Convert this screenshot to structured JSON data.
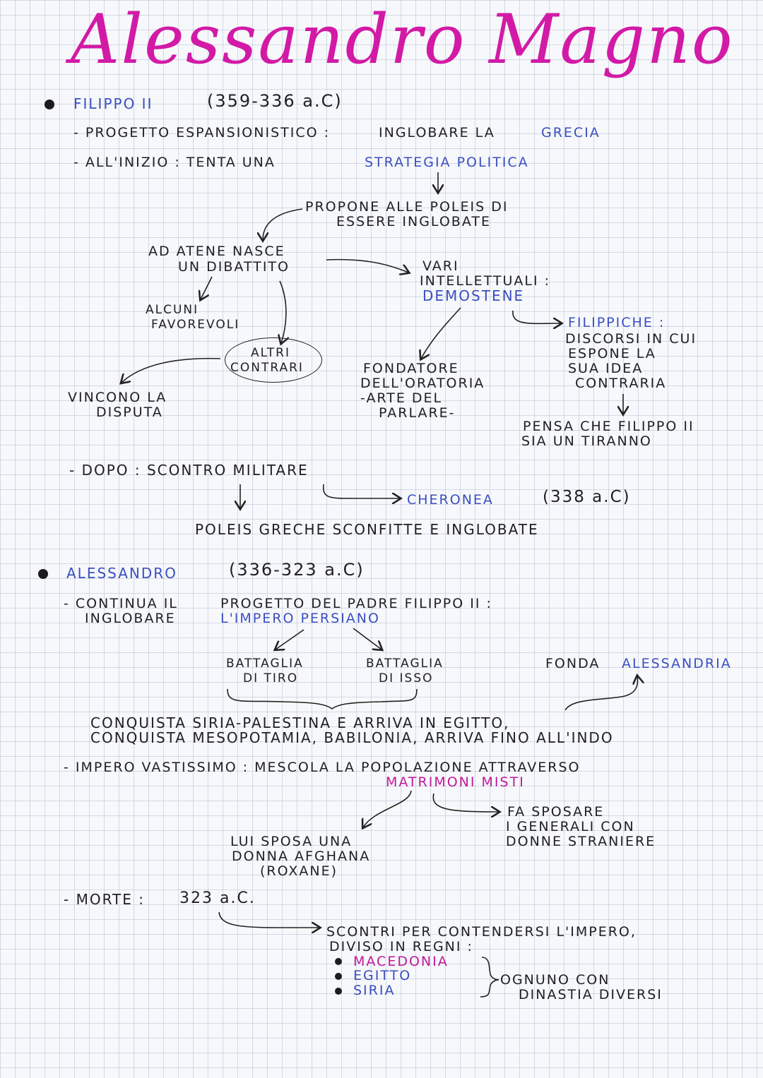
{
  "title": "Alessandro Magno",
  "s1": {
    "heading": "FILIPPO II",
    "dates": "(359-336 a.C)",
    "l1a": "- PROGETTO ESPANSIONISTICO :",
    "l1b": "INGLOBARE LA",
    "l1c": "GRECIA",
    "l2a": "- ALL'INIZIO : TENTA UNA",
    "l2b": "STRATEGIA POLITICA",
    "propone1": "PROPONE ALLE POLEIS DI",
    "propone2": "ESSERE INGLOBATE",
    "atene1": "AD ATENE NASCE",
    "atene2": "UN DIBATTITO",
    "alcuni1": "ALCUNI",
    "alcuni2": "FAVOREVOLI",
    "altri1": "ALTRI",
    "altri2": "CONTRARI",
    "vincono1": "VINCONO LA",
    "vincono2": "DISPUTA",
    "vari1": "VARI",
    "vari2": "INTELLETTUALI :",
    "vari3": "DEMOSTENE",
    "fond1": "FONDATORE",
    "fond2": "DELL'ORATORIA",
    "fond3": "-ARTE DEL",
    "fond4": "PARLARE-",
    "fil1": "FILIPPICHE :",
    "fil2": "DISCORSI IN CUI",
    "fil3": "ESPONE LA",
    "fil4": "SUA IDEA",
    "fil5": "CONTRARIA",
    "pensa1": "PENSA CHE FILIPPO II",
    "pensa2": "SIA UN TIRANNO",
    "dopo": "- DOPO : SCONTRO MILITARE",
    "cheronea": "CHERONEA",
    "cheronea_date": "(338 a.C)",
    "poleis": "POLEIS GRECHE SCONFITTE E INGLOBATE"
  },
  "s2": {
    "heading": "ALESSANDRO",
    "dates": "(336-323 a.C)",
    "c1a": "- CONTINUA IL",
    "c1b": "PROGETTO DEL PADRE FILIPPO II :",
    "c2a": "INGLOBARE",
    "c2b": "L'IMPERO PERSIANO",
    "batt1a": "BATTAGLIA",
    "batt1b": "DI TIRO",
    "batt2a": "BATTAGLIA",
    "batt2b": "DI ISSO",
    "fonda": "FONDA",
    "fonda_city": "ALESSANDRIA",
    "conq1": "CONQUISTA SIRIA-PALESTINA E ARRIVA IN EGITTO,",
    "conq2": "CONQUISTA MESOPOTAMIA, BABILONIA, ARRIVA FINO ALL'INDO",
    "imp1": "- IMPERO VASTISSIMO : MESCOLA LA POPOLAZIONE ATTRAVERSO",
    "imp2": "MATRIMONI MISTI",
    "lui1": "LUI SPOSA UNA",
    "lui2": "DONNA AFGHANA",
    "lui3": "(ROXANE)",
    "fa1": "FA SPOSARE",
    "fa2": "I GENERALI CON",
    "fa3": "DONNE STRANIERE",
    "morte": "- MORTE :",
    "morte_date": "323 a.C.",
    "scontri1": "SCONTRI PER CONTENDERSI L'IMPERO,",
    "scontri2": "DIVISO IN REGNI :",
    "regni": [
      "MACEDONIA",
      "EGITTO",
      "SIRIA"
    ],
    "ogni1": "OGNUNO CON",
    "ogni2": "DINASTIA DIVERSI"
  }
}
